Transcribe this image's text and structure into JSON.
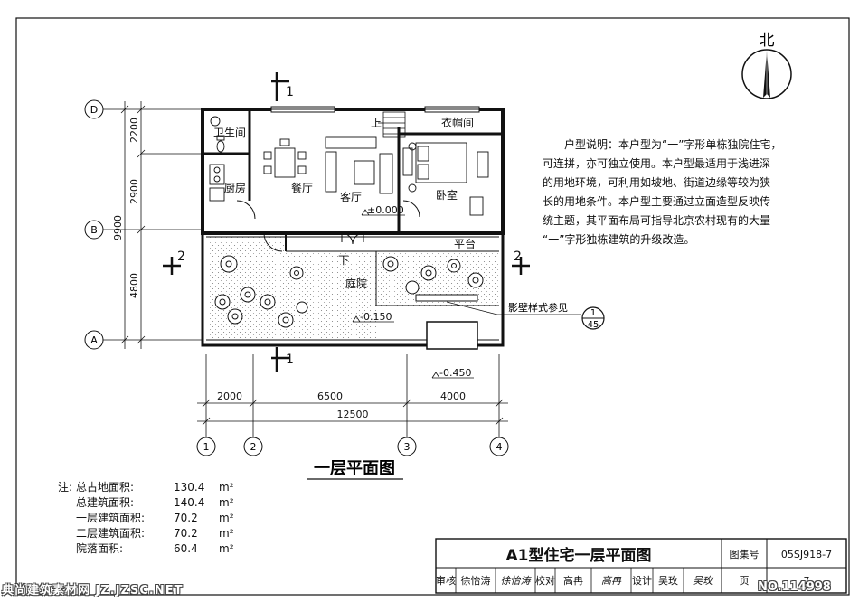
{
  "north_label": "北",
  "room_labels": {
    "toilet": "卫生间",
    "kitchen": "厨房",
    "dining": "餐厅",
    "living": "客厅",
    "bedroom": "卧室",
    "closet": "衣帽间",
    "up": "上",
    "down": "下",
    "platform": "平台",
    "courtyard": "庭院"
  },
  "elevations": {
    "floor": "±0.000",
    "courtyard": "-0.150",
    "outside": "-0.450"
  },
  "screen_wall_ref": "影壁样式参见",
  "detail_ref": {
    "top": "1",
    "bottom": "45"
  },
  "section_marks": {
    "s1": "1",
    "s2": "2"
  },
  "axes": {
    "a": "A",
    "b": "B",
    "d": "D",
    "c1": "1",
    "c2": "2",
    "c3": "3",
    "c4": "4"
  },
  "dims_vertical": {
    "d1": "2200",
    "d2": "2900",
    "d3": "4800",
    "total": "9900"
  },
  "dims_horizontal": {
    "d1": "2000",
    "d2": "6500",
    "d3": "4000",
    "total": "12500"
  },
  "drawing_title": "一层平面图",
  "description_lines": [
    "户型说明：本户型为“一”字形单栋独院住宅，",
    "可连拼，亦可独立使用。本户型最适用于浅进深",
    "的用地环境，可利用如坡地、街道边缘等较为狭",
    "长的用地条件。本户型主要通过立面造型反映传",
    "统主题，其平面布局可指导北京农村现有的大量",
    "“一”字形独栋建筑的升级改造。"
  ],
  "notes": {
    "label": "注:",
    "items": [
      {
        "label": "总占地面积:",
        "value": "130.4",
        "unit": "m²"
      },
      {
        "label": "总建筑面积:",
        "value": "140.4",
        "unit": "m²"
      },
      {
        "label": "一层建筑面积:",
        "value": "70.2",
        "unit": "m²"
      },
      {
        "label": "二层建筑面积:",
        "value": "70.2",
        "unit": "m²"
      },
      {
        "label": "院落面积:",
        "value": "60.4",
        "unit": "m²"
      }
    ]
  },
  "title_block": {
    "title": "A1型住宅一层平面图",
    "atlas_label": "图集号",
    "atlas_no": "05SJ918-7",
    "review_label": "审核",
    "reviewer": "徐怡涛",
    "reviewer_sign": "徐怡涛",
    "check_label": "校对",
    "checker": "高冉",
    "checker_sign": "高冉",
    "design_label": "设计",
    "designer": "吴玫",
    "designer_sign": "吴玫",
    "page_label": "页",
    "page_no": "7"
  },
  "watermark": {
    "left": "典尚建筑素材网 JZ.JZSC.NET",
    "right": "NO.114998"
  }
}
